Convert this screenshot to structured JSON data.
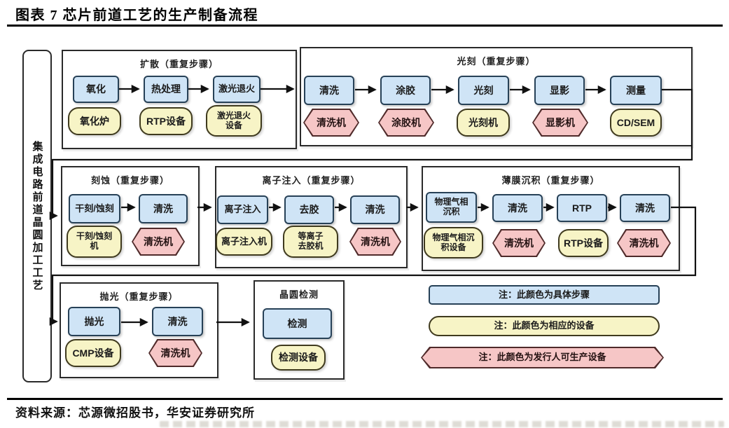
{
  "title": "图表 7 芯片前道工艺的生产制备流程",
  "source": "资料来源：芯源微招股书，华安证券研究所",
  "side_label": "集成电路前道晶圆加工工艺",
  "colors": {
    "step_fill": "#cfe4f6",
    "step_border": "#274157",
    "equipment_fill": "#f7f4c6",
    "equipment_border": "#3f3a1e",
    "issuer_fill": "#f6c6c6",
    "issuer_border": "#4f2a2a",
    "section_border": "#2a2a2a",
    "connector": "#111111"
  },
  "sections": [
    {
      "title": "扩散（重复步骤）",
      "steps": [
        "氧化",
        "热处理",
        "激光退火"
      ],
      "equipment": [
        {
          "label": "氧化炉",
          "kind": "equipment"
        },
        {
          "label": "RTP设备",
          "kind": "equipment"
        },
        {
          "label": "激光退火\n设备",
          "kind": "equipment"
        }
      ]
    },
    {
      "title": "光刻（重复步骤）",
      "steps": [
        "清洗",
        "涂胶",
        "光刻",
        "显影",
        "测量"
      ],
      "equipment": [
        {
          "label": "清洗机",
          "kind": "issuer_equipment"
        },
        {
          "label": "涂胶机",
          "kind": "issuer_equipment"
        },
        {
          "label": "光刻机",
          "kind": "equipment"
        },
        {
          "label": "显影机",
          "kind": "issuer_equipment"
        },
        {
          "label": "CD/SEM",
          "kind": "equipment"
        }
      ]
    },
    {
      "title": "刻蚀（重复步骤）",
      "steps": [
        "干刻/蚀刻",
        "清洗"
      ],
      "equipment": [
        {
          "label": "干刻/蚀刻\n机",
          "kind": "equipment"
        },
        {
          "label": "清洗机",
          "kind": "issuer_equipment"
        }
      ]
    },
    {
      "title": "离子注入（重复步骤）",
      "steps": [
        "离子注入",
        "去胶",
        "清洗"
      ],
      "equipment": [
        {
          "label": "离子注入机",
          "kind": "equipment"
        },
        {
          "label": "等离子\n去胶机",
          "kind": "equipment"
        },
        {
          "label": "清洗机",
          "kind": "issuer_equipment"
        }
      ]
    },
    {
      "title": "薄膜沉积（重复步骤）",
      "steps": [
        "物理气相\n沉积",
        "清洗",
        "RTP",
        "清洗"
      ],
      "equipment": [
        {
          "label": "物理气相沉\n积设备",
          "kind": "equipment"
        },
        {
          "label": "清洗机",
          "kind": "issuer_equipment"
        },
        {
          "label": "RTP设备",
          "kind": "equipment"
        },
        {
          "label": "清洗机",
          "kind": "issuer_equipment"
        }
      ]
    },
    {
      "title": "抛光（重复步骤）",
      "steps": [
        "抛光",
        "清洗"
      ],
      "equipment": [
        {
          "label": "CMP设备",
          "kind": "equipment"
        },
        {
          "label": "清洗机",
          "kind": "issuer_equipment"
        }
      ]
    },
    {
      "title": "晶圆检测",
      "steps": [
        "检测"
      ],
      "equipment": [
        {
          "label": "检测设备",
          "kind": "equipment"
        }
      ]
    }
  ],
  "legend": [
    {
      "label": "注：此颜色为具体步骤",
      "kind": "step"
    },
    {
      "label": "注：此颜色为相应的设备",
      "kind": "equipment"
    },
    {
      "label": "注：此颜色为发行人可生产设备",
      "kind": "issuer_equipment"
    }
  ]
}
